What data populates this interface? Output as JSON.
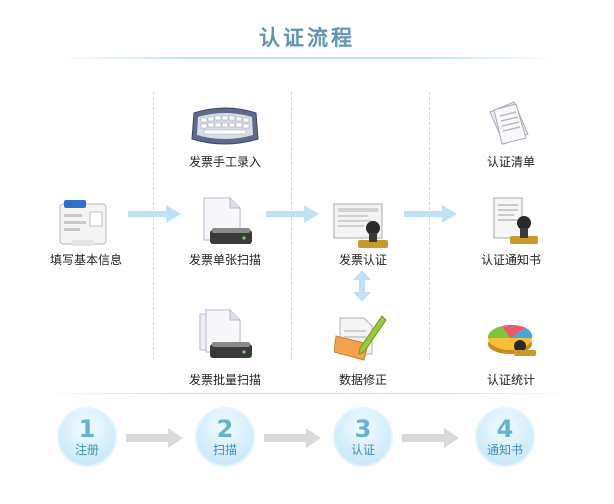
{
  "page": {
    "title": "认证流程"
  },
  "nodes": {
    "fill_info": {
      "label": "填写基本信息",
      "icon": "form-card-icon"
    },
    "manual_entry": {
      "label": "发票手工录入",
      "icon": "keyboard-icon"
    },
    "single_scan": {
      "label": "发票单张扫描",
      "icon": "scanner-document-icon"
    },
    "batch_scan": {
      "label": "发票批量扫描",
      "icon": "scanner-stack-icon"
    },
    "certification": {
      "label": "发票认证",
      "icon": "certificate-stamp-icon"
    },
    "data_edit": {
      "label": "数据修正",
      "icon": "folder-pencil-icon"
    },
    "cert_list": {
      "label": "认证清单",
      "icon": "paper-stack-icon"
    },
    "cert_notice": {
      "label": "认证通知书",
      "icon": "notice-stamp-icon"
    },
    "cert_stats": {
      "label": "认证统计",
      "icon": "pie-chart-icon"
    }
  },
  "steps": [
    {
      "number": "1",
      "label": "注册"
    },
    {
      "number": "2",
      "label": "扫描"
    },
    {
      "number": "3",
      "label": "认证"
    },
    {
      "number": "4",
      "label": "通知书"
    }
  ],
  "colors": {
    "title": "#5f95b3",
    "arrow_blue": "#bfe3f5",
    "arrow_gray": "#d9d9d9",
    "step_number": "#63b2d6",
    "step_label": "#3d8fb8"
  }
}
